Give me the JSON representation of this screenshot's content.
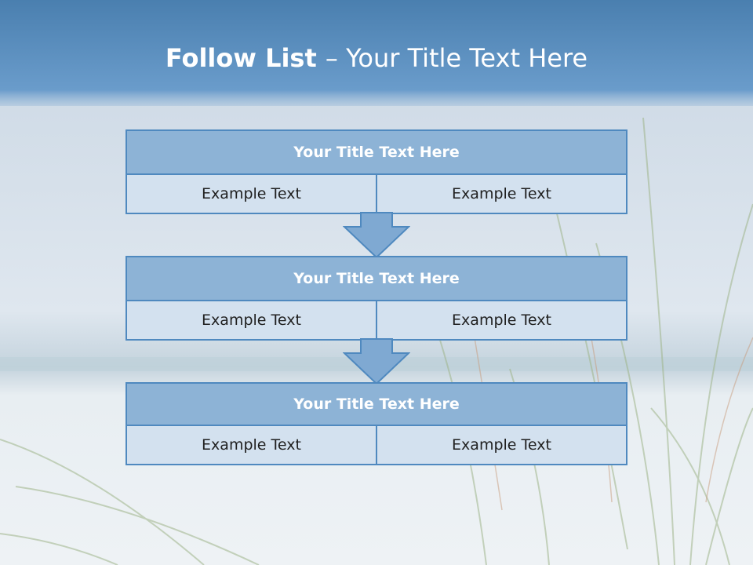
{
  "title": {
    "bold": "Follow List ",
    "rest": " – Your Title Text Here"
  },
  "steps": [
    {
      "title": "Your Title Text Here",
      "left": "Example Text",
      "right": "Example Text"
    },
    {
      "title": "Your Title Text Here",
      "left": "Example Text",
      "right": "Example Text"
    },
    {
      "title": "Your Title Text Here",
      "left": "Example Text",
      "right": "Example Text"
    }
  ],
  "colors": {
    "header": "#5f93c4",
    "box_title": "#8db3d6",
    "box_cell": "#d3e1ef",
    "border": "#4f89bf"
  }
}
